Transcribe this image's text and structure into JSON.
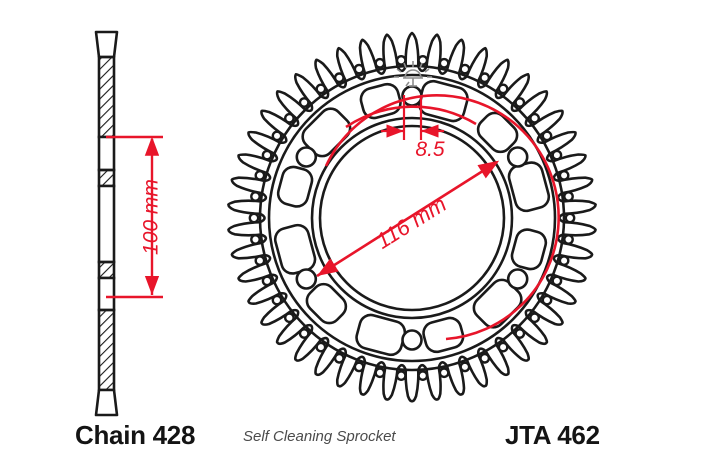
{
  "drawing": {
    "title_chain": "Chain 428",
    "tagline": "Self Cleaning Sprocket",
    "part_number": "JTA 462",
    "colors": {
      "line": "#1a1a1a",
      "dimension": "#e8152a",
      "datum": "#8d8d8d",
      "background": "#ffffff"
    },
    "dimensions": {
      "hole_diameter": "8.5",
      "bolt_circle": "116 mm",
      "outer_diameter": "100 mm"
    },
    "sprocket": {
      "teeth_count": 46,
      "mounting_holes": 6,
      "cutouts": 12,
      "bolt_circle_label": "116 mm",
      "hole_label": "8.5",
      "datum_icon": "sunburst-datum-icon"
    },
    "side_view": {
      "label": "100 mm",
      "description": "cross-section"
    }
  }
}
